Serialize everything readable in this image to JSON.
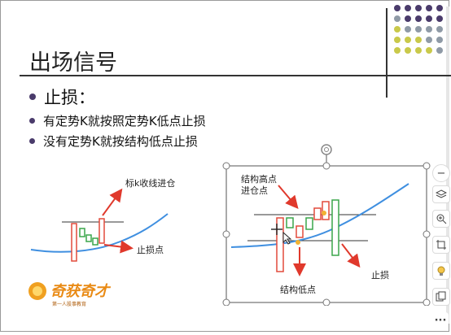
{
  "slide": {
    "title": "出场信号",
    "heading": "止损：",
    "bullets": [
      "有定势K就按照定势K低点止损",
      "没有定势K就按结构低点止损"
    ]
  },
  "left_figure": {
    "label_entry": "标k收线进仓",
    "label_stop": "止损点"
  },
  "right_figure": {
    "label_entry": "结构高点\n进仓点",
    "label_entry_line1": "结构高点",
    "label_entry_line2": "进仓点",
    "label_low": "结构低点",
    "label_stop": "止损"
  },
  "logo": {
    "text": "奇获奇才",
    "tagline": "第一人股事教育"
  },
  "toolbar": {
    "items": [
      "zoom-out",
      "layers",
      "zoom-in",
      "crop",
      "bulb",
      "copy",
      "more"
    ],
    "more_label": "···"
  },
  "colors": {
    "accent_purple": "#4a3b6b",
    "dot_yellow": "#c9c94a",
    "dot_gray": "#8f9aa6",
    "candle_red": "#e24a3b",
    "candle_green": "#3aa54a",
    "ma_blue": "#3f8fe0",
    "arrow_red": "#e0392c"
  }
}
